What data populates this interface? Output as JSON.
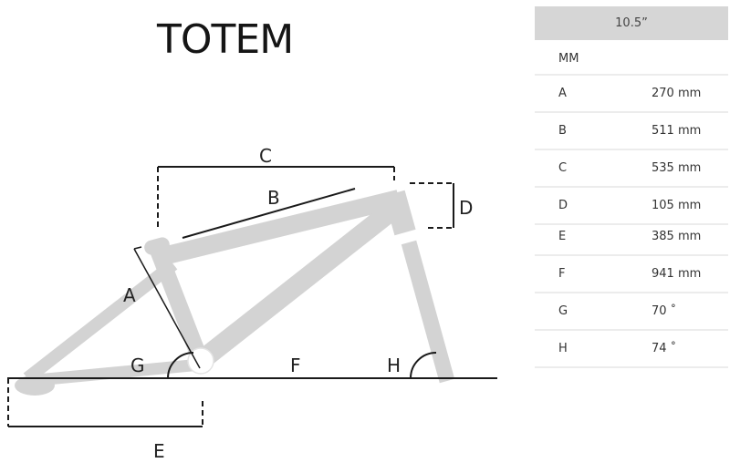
{
  "title": "TOTEM",
  "diagram": {
    "labels": {
      "A": "A",
      "B": "B",
      "C": "C",
      "D": "D",
      "E": "E",
      "F": "F",
      "G": "G",
      "H": "H"
    }
  },
  "spec_table": {
    "size_header": "10.5”",
    "unit_label": "MM",
    "rows": [
      {
        "key": "A",
        "value": "270 mm"
      },
      {
        "key": "B",
        "value": "511 mm"
      },
      {
        "key": "C",
        "value": "535 mm"
      },
      {
        "key": "D",
        "value": "105 mm"
      },
      {
        "key": "E",
        "value": "385 mm"
      },
      {
        "key": "F",
        "value": "941 mm"
      },
      {
        "key": "G",
        "value": "70 ˚"
      },
      {
        "key": "H",
        "value": "74 ˚"
      }
    ]
  },
  "colors": {
    "frame": "#d3d3d3",
    "lines": "#1a1a1a",
    "header_bg": "#d6d6d6"
  }
}
